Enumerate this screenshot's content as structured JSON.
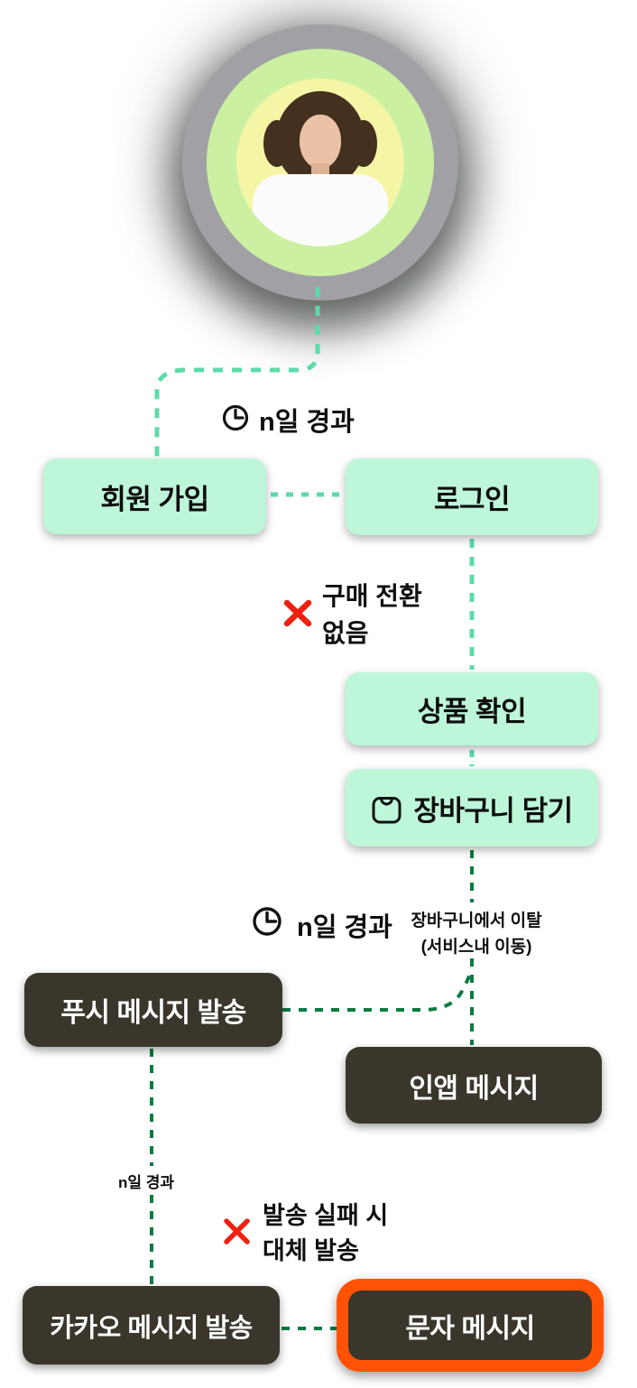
{
  "colors": {
    "background": "#ffffff",
    "teal_dash": "#5cdbaa",
    "green_dash": "#0b7b40",
    "mint_box": "#bdf6d8",
    "dark_box": "#3a362b",
    "highlight_orange": "#ff5204",
    "alert_red": "#ee2110",
    "avatar_ring_gray": "#a1a1a5",
    "avatar_ring_green": "#cbf0a2",
    "avatar_bg_yellow": "#f5f5a6"
  },
  "avatar": {
    "description": "user-avatar"
  },
  "annotations": {
    "elapsed1": {
      "icon": "clock-icon",
      "text": "n일 경과"
    },
    "elapsed2": {
      "icon": "clock-icon",
      "text": "n일 경과"
    },
    "elapsed_small": {
      "text": "n일 경과"
    },
    "no_purchase": {
      "icon": "x-icon",
      "line1": "구매 전환",
      "line2": "없음"
    },
    "cart_exit": {
      "line1": "장바구니에서 이탈",
      "line2": "(서비스내 이동)"
    },
    "send_fail": {
      "icon": "x-icon",
      "line1": "발송 실패 시",
      "line2": "대체 발송"
    }
  },
  "nodes": {
    "signup": {
      "label": "회원 가입"
    },
    "login": {
      "label": "로그인"
    },
    "product_check": {
      "label": "상품 확인"
    },
    "add_to_cart": {
      "label": "장바구니 담기",
      "icon": "shopping-bag-icon"
    },
    "push": {
      "label": "푸시 메시지 발송"
    },
    "inapp": {
      "label": "인앱 메시지"
    },
    "kakao": {
      "label": "카카오 메시지 발송"
    },
    "sms": {
      "label": "문자 메시지",
      "highlighted": "true"
    }
  }
}
